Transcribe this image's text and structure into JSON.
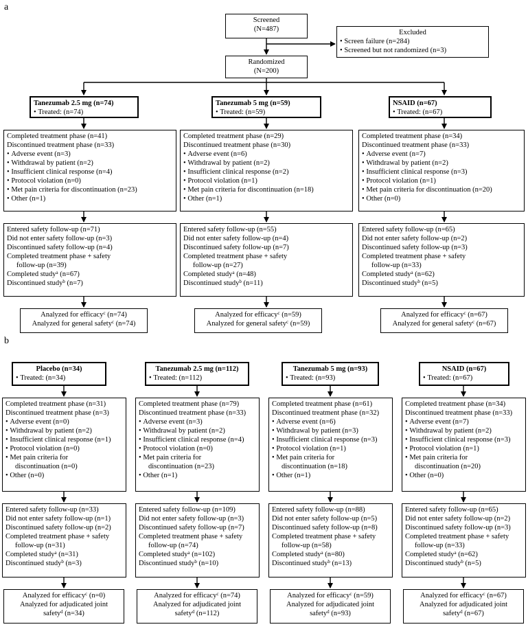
{
  "panel_a": {
    "label": "a",
    "screened": {
      "title": "Screened",
      "count": "(N=487)"
    },
    "excluded": {
      "title": "Excluded",
      "items": [
        "Screen failure (n=284)",
        "Screened but not randomized (n=3)"
      ]
    },
    "randomized": {
      "title": "Randomized",
      "count": "(N=200)"
    },
    "arms": [
      {
        "name": "Tanezumab 2.5 mg (n=74)",
        "treated": "Treated: (n=74)",
        "treatment": [
          "Completed treatment phase (n=41)",
          "Discontinued treatment phase (n=33)"
        ],
        "reasons": [
          "Adverse event (n=3)",
          "Withdrawal by patient (n=2)",
          "Insufficient clinical response (n=4)",
          "Protocol violation (n=0)",
          "Met pain criteria for discontinuation (n=23)",
          "Other (n=1)"
        ],
        "followup": [
          "Entered safety follow-up (n=71)",
          "Did not enter safety follow-up (n=3)",
          "Discontinued safety follow-up (n=4)",
          "Completed treatment phase + safety",
          "follow-up (n=39)"
        ],
        "completed": {
          "text": "Completed study",
          "sup": "a",
          "n": " (n=67)"
        },
        "discontinued": {
          "text": "Discontinued study",
          "sup": "b",
          "n": " (n=7)"
        },
        "analysis": [
          {
            "text": "Analyzed for efficacy",
            "sup": "c",
            "n": " (n=74)"
          },
          {
            "text": "Analyzed for general safety",
            "sup": "c",
            "n": " (n=74)"
          }
        ]
      },
      {
        "name": "Tanezumab 5 mg (n=59)",
        "treated": "Treated: (n=59)",
        "treatment": [
          "Completed treatment phase (n=29)",
          "Discontinued treatment phase (n=30)"
        ],
        "reasons": [
          "Adverse event (n=6)",
          "Withdrawal by patient (n=2)",
          "Insufficient clinical response (n=2)",
          "Protocol violation (n=1)",
          "Met pain criteria for discontinuation (n=18)",
          "Other (n=1)"
        ],
        "followup": [
          "Entered safety follow-up (n=55)",
          "Did not enter safety follow-up (n=4)",
          "Discontinued safety follow-up (n=7)",
          "Completed treatment phase + safety",
          "follow-up (n=27)"
        ],
        "completed": {
          "text": "Completed study",
          "sup": "a",
          "n": " (n=48)"
        },
        "discontinued": {
          "text": "Discontinued study",
          "sup": "b",
          "n": " (n=11)"
        },
        "analysis": [
          {
            "text": "Analyzed for efficacy",
            "sup": "c",
            "n": " (n=59)"
          },
          {
            "text": "Analyzed for general safety",
            "sup": "c",
            "n": " (n=59)"
          }
        ]
      },
      {
        "name": "NSAID (n=67)",
        "treated": "Treated: (n=67)",
        "treatment": [
          "Completed treatment phase (n=34)",
          "Discontinued treatment phase (n=33)"
        ],
        "reasons": [
          "Adverse event (n=7)",
          "Withdrawal by patient (n=2)",
          "Insufficient clinical response (n=3)",
          "Protocol violation (n=1)",
          "Met pain criteria for discontinuation (n=20)",
          "Other (n=0)"
        ],
        "followup": [
          "Entered safety follow-up (n=65)",
          "Did not enter safety follow-up (n=2)",
          "Discontinued safety follow-up (n=3)",
          "Completed treatment phase + safety",
          "follow-up (n=33)"
        ],
        "completed": {
          "text": "Completed study",
          "sup": "a",
          "n": " (n=62)"
        },
        "discontinued": {
          "text": "Discontinued study",
          "sup": "b",
          "n": " (n=5)"
        },
        "analysis": [
          {
            "text": "Analyzed for efficacy",
            "sup": "c",
            "n": " (n=67)"
          },
          {
            "text": "Analyzed for general safety",
            "sup": "c",
            "n": " (n=67)"
          }
        ]
      }
    ]
  },
  "panel_b": {
    "label": "b",
    "arms": [
      {
        "name": "Placebo (n=34)",
        "treated": "Treated: (n=34)",
        "treatment": [
          "Completed treatment phase (n=31)",
          "Discontinued treatment phase (n=3)"
        ],
        "reasons": [
          "Adverse event (n=0)",
          "Withdrawal by patient (n=2)",
          "Insufficient clinical response (n=1)",
          "Protocol violation (n=0)"
        ],
        "met_pain": [
          "Met pain criteria for",
          "discontinuation (n=0)"
        ],
        "other": "Other (n=0)",
        "followup": [
          "Entered safety follow-up (n=33)",
          "Did not enter safety follow-up (n=1)",
          "Discontinued safety follow-up (n=2)",
          "Completed treatment phase + safety",
          "follow-up (n=31)"
        ],
        "completed": {
          "text": "Completed study",
          "sup": "a",
          "n": " (n=31)"
        },
        "discontinued": {
          "text": "Discontinued study",
          "sup": "b",
          "n": " (n=3)"
        },
        "analysis": {
          "eff": "Analyzed for efficacy",
          "eff_sup": "c",
          "eff_n": " (n=0)",
          "adj": "Analyzed for adjudicated joint",
          "saf": "safety",
          "saf_sup": "d",
          "saf_n": " (n=34)"
        }
      },
      {
        "name": "Tanezumab 2.5 mg (n=112)",
        "treated": "Treated: (n=112)",
        "treatment": [
          "Completed treatment phase (n=79)",
          "Discontinued treatment phase (n=33)"
        ],
        "reasons": [
          "Adverse event (n=3)",
          "Withdrawal by patient (n=2)",
          "Insufficient clinical response (n=4)",
          "Protocol violation (n=0)"
        ],
        "met_pain": [
          "Met pain criteria for",
          "discontinuation (n=23)"
        ],
        "other": "Other (n=1)",
        "followup": [
          "Entered safety follow-up (n=109)",
          "Did not enter safety follow-up (n=3)",
          "Discontinued safety follow-up (n=7)",
          "Completed treatment phase + safety",
          "follow-up (n=74)"
        ],
        "completed": {
          "text": "Completed study",
          "sup": "a",
          "n": " (n=102)"
        },
        "discontinued": {
          "text": "Discontinued study",
          "sup": "b",
          "n": " (n=10)"
        },
        "analysis": {
          "eff": "Analyzed for efficacy",
          "eff_sup": "c",
          "eff_n": " (n=74)",
          "adj": "Analyzed for adjudicated joint",
          "saf": "safety",
          "saf_sup": "d",
          "saf_n": " (n=112)"
        }
      },
      {
        "name": "Tanezumab 5 mg (n=93)",
        "treated": "Treated: (n=93)",
        "treatment": [
          "Completed treatment phase (n=61)",
          "Discontinued treatment phase (n=32)"
        ],
        "reasons": [
          "Adverse event (n=6)",
          "Withdrawal by patient (n=3)",
          "Insufficient clinical response (n=3)",
          "Protocol violation (n=1)"
        ],
        "met_pain": [
          "Met pain criteria for",
          "discontinuation (n=18)"
        ],
        "other": "Other (n=1)",
        "followup": [
          "Entered safety follow-up (n=88)",
          "Did not enter safety follow-up (n=5)",
          "Discontinued safety follow-up (n=8)",
          "Completed treatment phase + safety",
          "follow-up (n=58)"
        ],
        "completed": {
          "text": "Completed study",
          "sup": "a",
          "n": " (n=80)"
        },
        "discontinued": {
          "text": "Discontinued study",
          "sup": "b",
          "n": " (n=13)"
        },
        "analysis": {
          "eff": "Analyzed for efficacy",
          "eff_sup": "c",
          "eff_n": " (n=59)",
          "adj": "Analyzed for adjudicated joint",
          "saf": "safety",
          "saf_sup": "d",
          "saf_n": " (n=93)"
        }
      },
      {
        "name": "NSAID (n=67)",
        "treated": "Treated: (n=67)",
        "treatment": [
          "Completed treatment phase (n=34)",
          "Discontinued treatment phase (n=33)"
        ],
        "reasons": [
          "Adverse event (n=7)",
          "Withdrawal by patient (n=2)",
          "Insufficient clinical response (n=3)",
          "Protocol violation (n=1)"
        ],
        "met_pain": [
          "Met pain criteria for",
          "discontinuation (n=20)"
        ],
        "other": "Other (n=0)",
        "followup": [
          "Entered safety follow-up (n=65)",
          "Did not enter safety follow-up (n=2)",
          "Discontinued safety follow-up (n=3)",
          "Completed treatment phase + safety",
          "follow-up (n=33)"
        ],
        "completed": {
          "text": "Completed study",
          "sup": "a",
          "n": " (n=62)"
        },
        "discontinued": {
          "text": "Discontinued study",
          "sup": "b",
          "n": " (n=5)"
        },
        "analysis": {
          "eff": "Analyzed for efficacy",
          "eff_sup": "c",
          "eff_n": " (n=67)",
          "adj": "Analyzed for adjudicated joint",
          "saf": "safety",
          "saf_sup": "d",
          "saf_n": " (n=67)"
        }
      }
    ]
  }
}
